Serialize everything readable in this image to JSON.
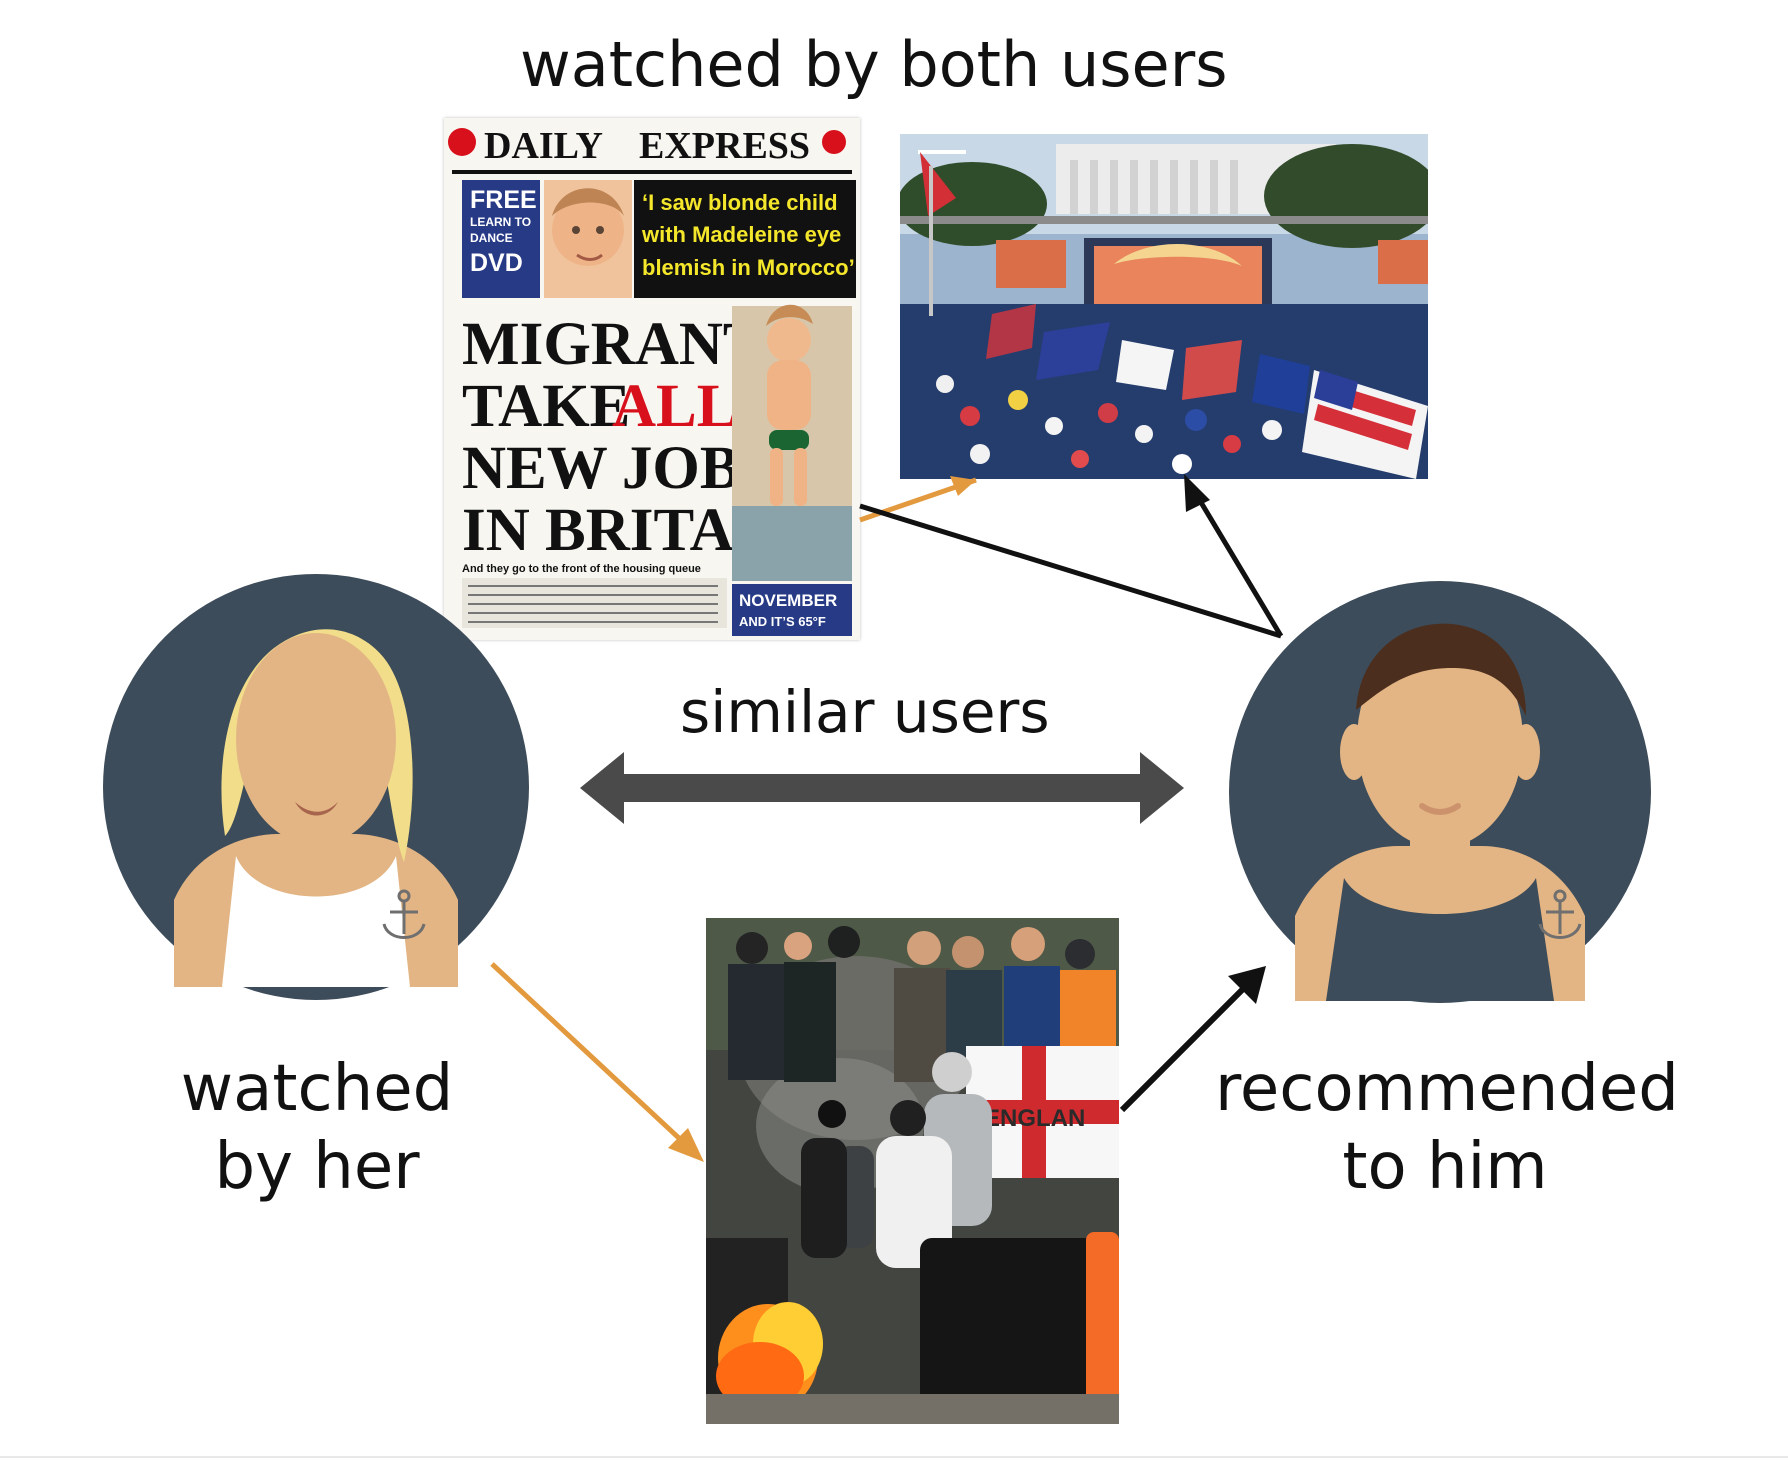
{
  "labels": {
    "title": "watched by both users",
    "similar": "similar users",
    "watched_line1": "watched",
    "watched_line2": "by her",
    "recommended_line1": "recommended",
    "recommended_line2": "to him"
  },
  "newspaper": {
    "masthead_left": "DAILY",
    "masthead_right": "EXPRESS",
    "promo_lines": [
      "FREE",
      "LEARN TO",
      "DANCE",
      "DVD"
    ],
    "teaser_lines": [
      "‘I saw blonde child",
      "with Madeleine eye",
      "blemish in Morocco’"
    ],
    "headline_lines": [
      "MIGRANTS",
      "TAKE",
      "ALL",
      "NEW JOBS",
      "IN BRITAIN"
    ],
    "subhead": "And they go to the front of the housing queue",
    "weather_lines": [
      "NOVEMBER",
      "AND IT’S 65°F"
    ]
  },
  "riot": {
    "flag_text": "ENGLAN"
  },
  "colors": {
    "avatar_bg": "#3d4c5a",
    "skin": "#e3b584",
    "hair_her": "#f1dd8a",
    "hair_him": "#4b2e1d",
    "arrow_orange": "#e39a3e",
    "arrow_black": "#111111",
    "double_arrow": "#4a4a4a",
    "headline_red": "#d8101c"
  },
  "icons": {
    "woman": "woman-avatar-icon",
    "man": "man-avatar-icon",
    "anchor": "anchor-tattoo-icon"
  }
}
